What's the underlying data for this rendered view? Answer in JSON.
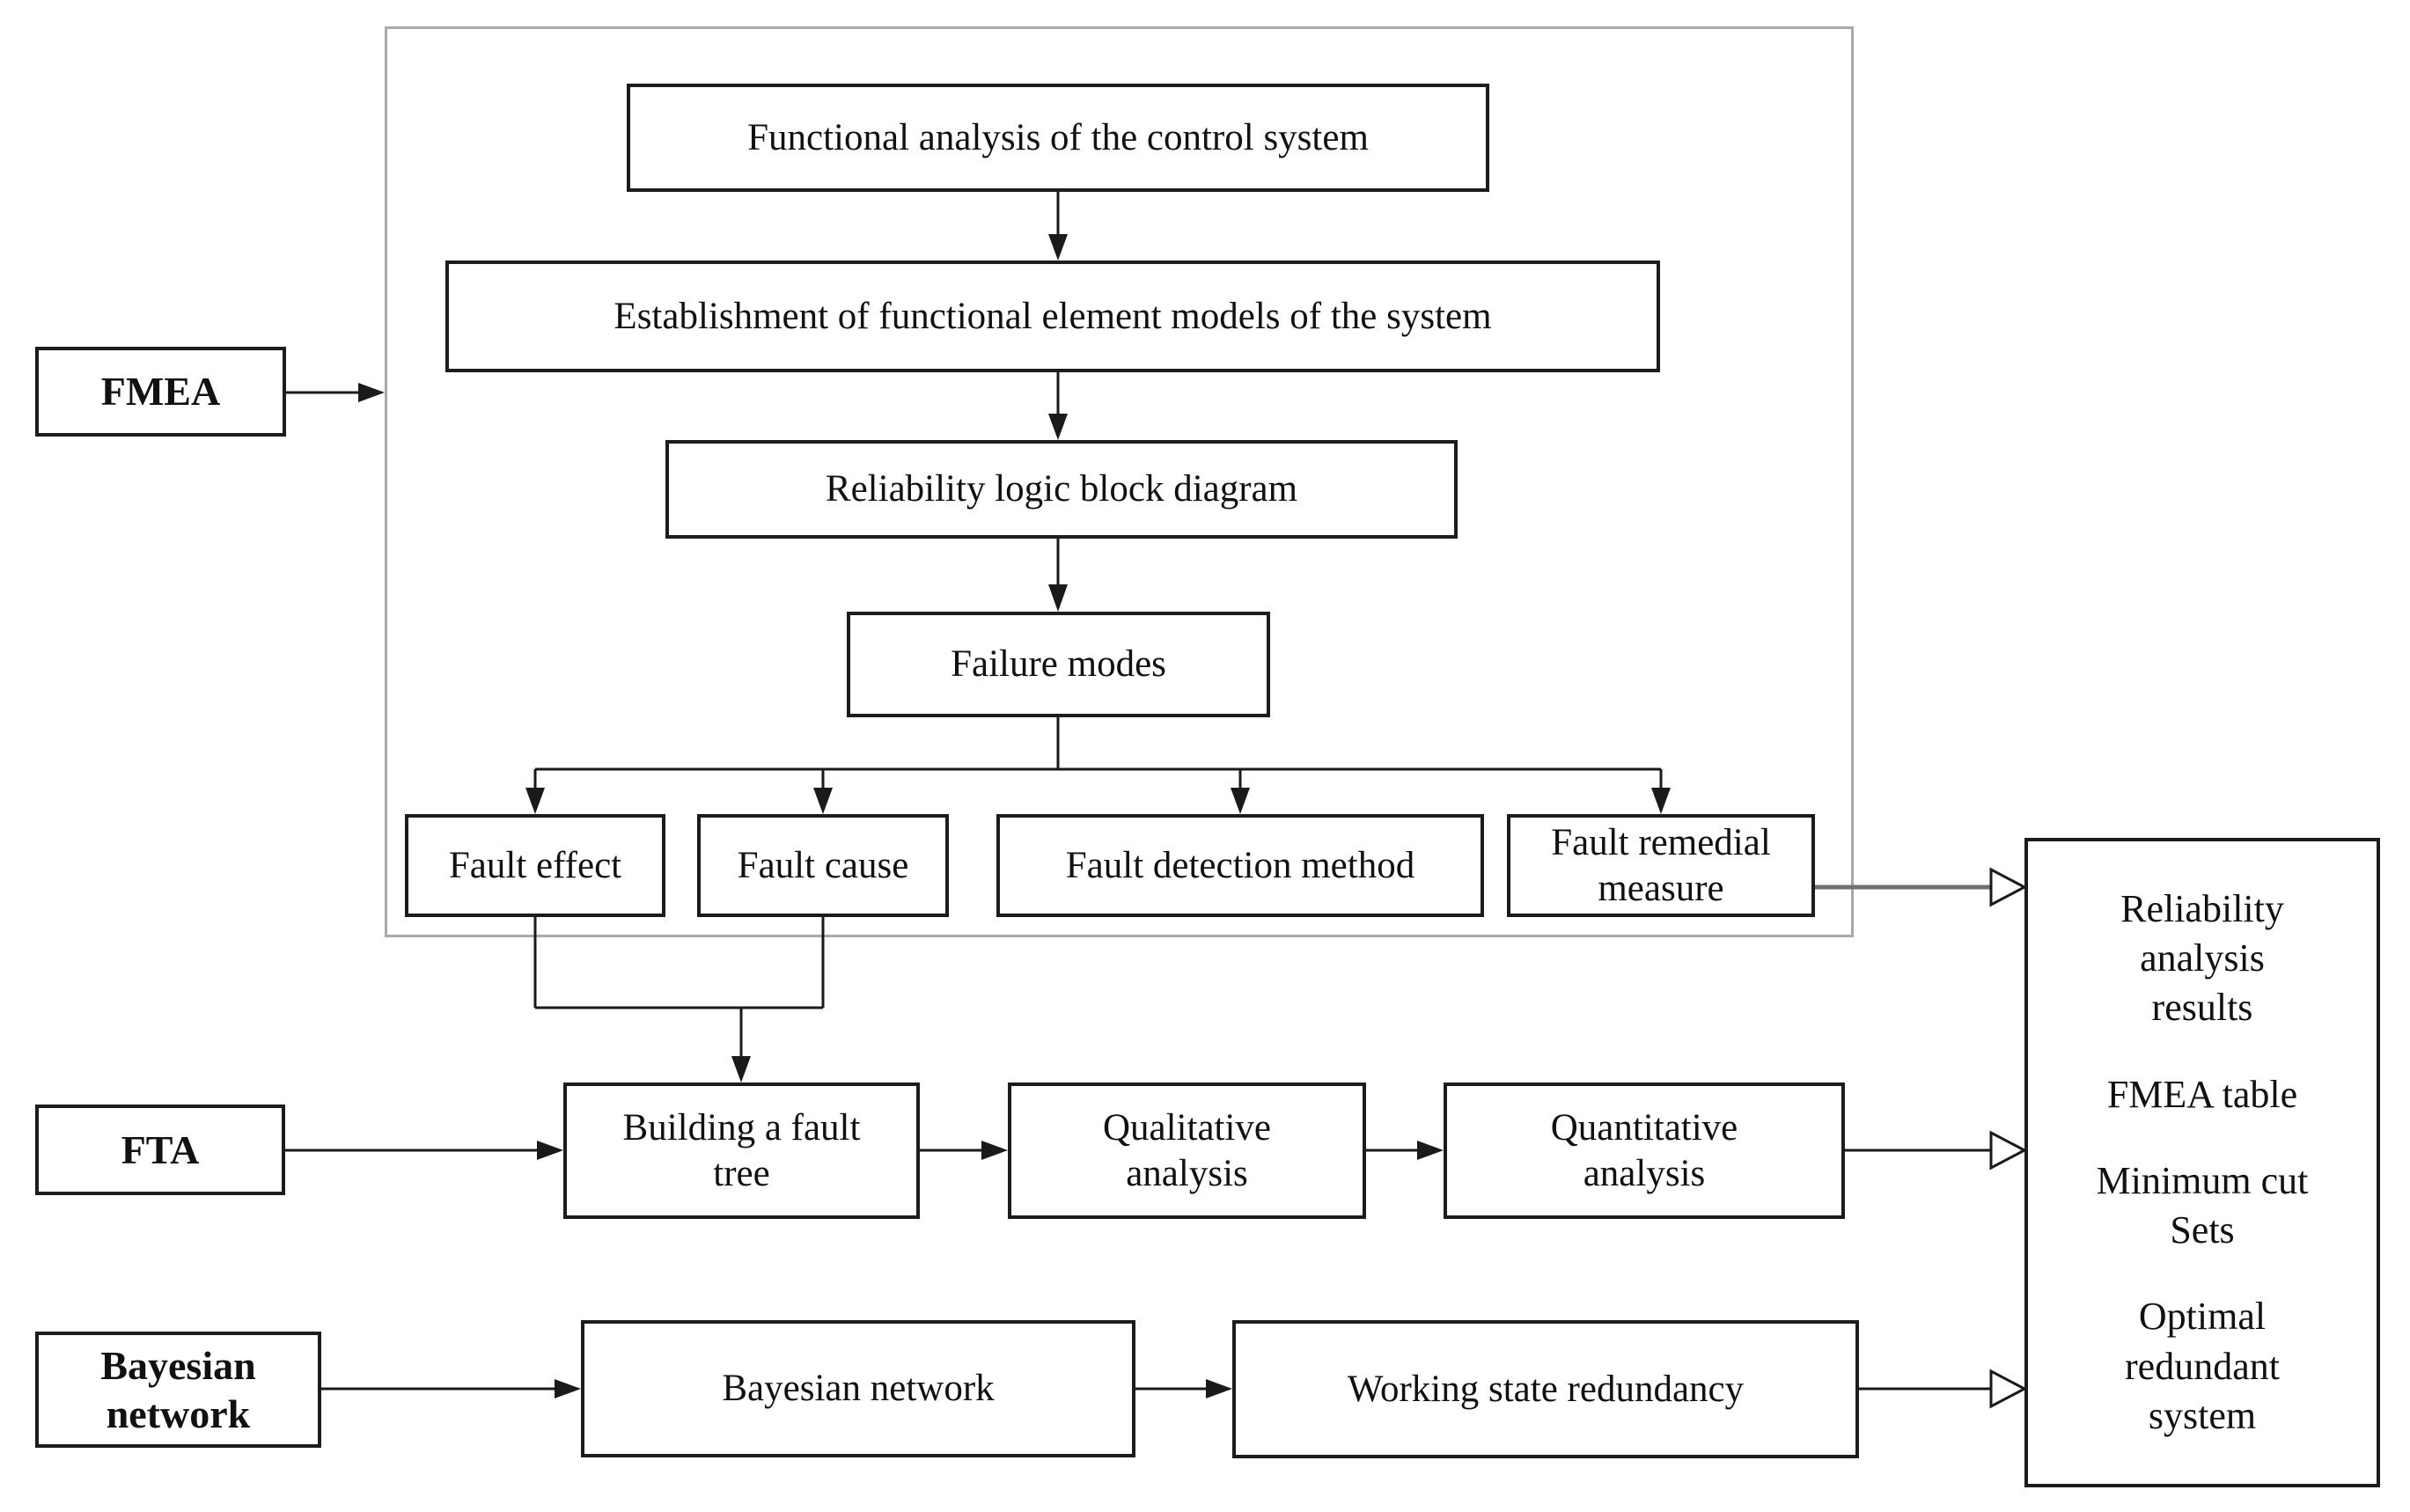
{
  "diagram": {
    "method_labels": {
      "fmea": "FMEA",
      "fta": "FTA",
      "bayesian": "Bayesian network"
    },
    "fmea_flow": {
      "functional_analysis": "Functional analysis of the control system",
      "element_models": "Establishment of functional element models of the system",
      "logic_block_diagram": "Reliability logic block diagram",
      "failure_modes": "Failure modes",
      "fault_effect": "Fault effect",
      "fault_cause": "Fault cause",
      "fault_detection": "Fault detection method",
      "fault_remedial": "Fault remedial measure"
    },
    "fta_flow": {
      "fault_tree": "Building a fault tree",
      "qualitative": "Qualitative analysis",
      "quantitative": "Quantitative analysis"
    },
    "bayesian_flow": {
      "bayesian_network": "Bayesian network",
      "working_state": "Working state redundancy"
    },
    "results": {
      "reliability_results": "Reliability analysis results",
      "fmea_table": "FMEA table",
      "minimum_cut_sets": "Minimum cut Sets",
      "optimal_redundant": "Optimal redundant system"
    },
    "colors": {
      "line": "#1a1a1a",
      "box_border": "#1c1c1c",
      "container_border": "#a9a9a9",
      "gray_connector": "#707070",
      "background": "#ffffff"
    }
  }
}
